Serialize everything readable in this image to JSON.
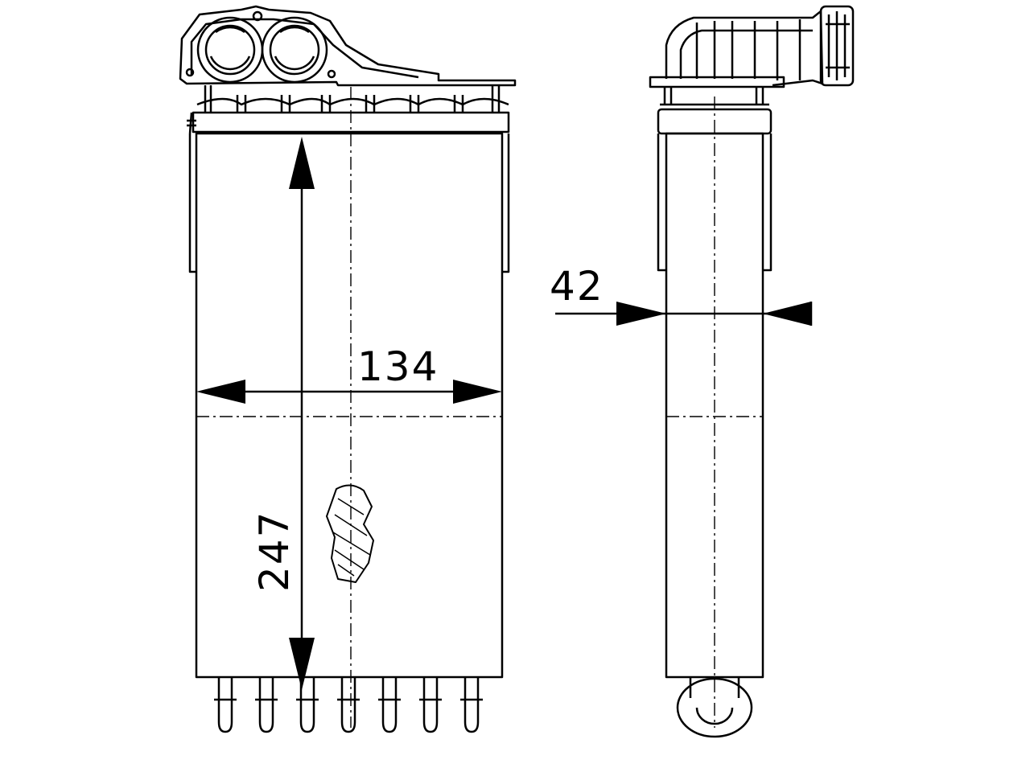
{
  "dimensions": {
    "width": "134",
    "height": "247",
    "depth": "42"
  },
  "colors": {
    "line": "#000000",
    "background": "#ffffff"
  }
}
